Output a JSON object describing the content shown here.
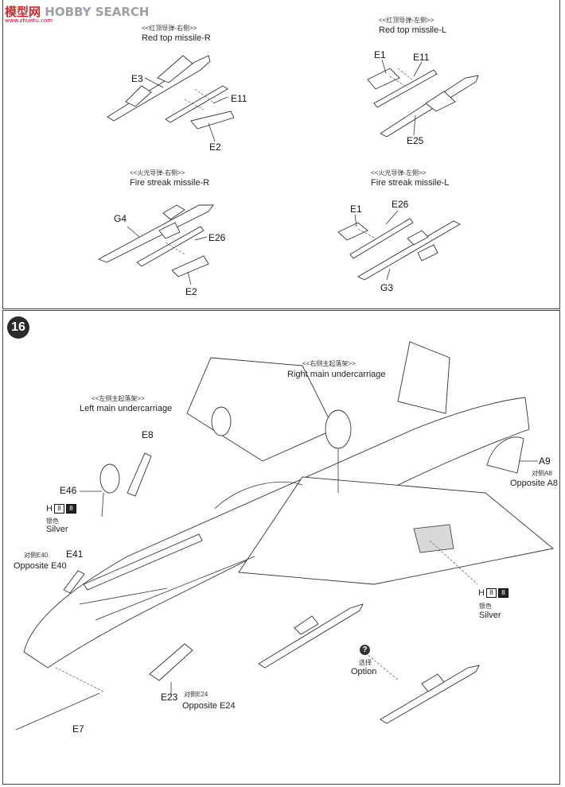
{
  "watermark": {
    "brand_a": "模",
    "brand_b": "型",
    "brand_c": "网",
    "brand_text": "HOBBY SEARCH",
    "url": "www.zhuntu.com"
  },
  "top_panel": {
    "red_top_r": {
      "cn": "<<红顶导弹-右侧>>",
      "en": "Red top missile-R",
      "parts": [
        "E3",
        "E11",
        "E2"
      ]
    },
    "red_top_l": {
      "cn": "<<红顶导弹-左侧>>",
      "en": "Red top missile-L",
      "parts": [
        "E1",
        "E11",
        "E25"
      ]
    },
    "fire_streak_r": {
      "cn": "<<火光导弹-右侧>>",
      "en": "Fire streak missile-R",
      "parts": [
        "G4",
        "E26",
        "E2"
      ]
    },
    "fire_streak_l": {
      "cn": "<<火光导弹-左侧>>",
      "en": "Fire streak missile-L",
      "parts": [
        "E1",
        "E26",
        "G3"
      ]
    }
  },
  "step16": {
    "step_number": "16",
    "left_uc": {
      "cn": "<<左侧主起落架>>",
      "en": "Left main undercarriage"
    },
    "right_uc": {
      "cn": "<<右侧主起落架>>",
      "en": "Right main undercarriage"
    },
    "part_E8": "E8",
    "part_E46": "E46",
    "paint_left": {
      "letter": "H",
      "code1": "8",
      "code2": "8",
      "cn": "银色",
      "en": "Silver"
    },
    "opposite_e40": {
      "cn": "对侧E40",
      "en": "Opposite E40"
    },
    "part_E41": "E41",
    "part_A9": "A9",
    "opposite_a8": {
      "cn": "对侧A8",
      "en": "Opposite A8"
    },
    "paint_right": {
      "letter": "H",
      "code1": "8",
      "code2": "8",
      "cn": "银色",
      "en": "Silver"
    },
    "option": {
      "icon": "?",
      "cn": "选择",
      "en": "Option"
    },
    "part_E23": "E23",
    "opposite_e24": {
      "cn": "对侧E24",
      "en": "Opposite E24"
    },
    "part_E7": "E7"
  }
}
